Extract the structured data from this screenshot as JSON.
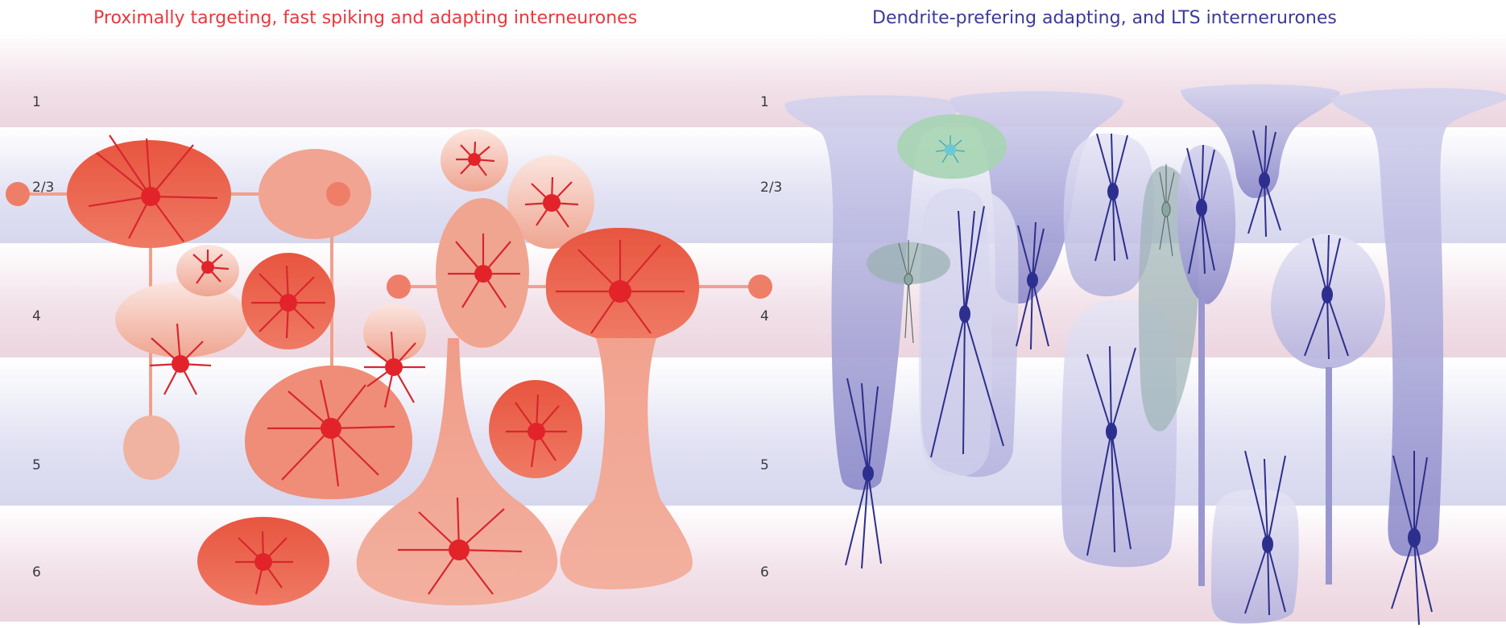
{
  "titles": {
    "left": "Proximally targeting, fast spiking and adapting interneurones",
    "right": "Dendrite-prefering adapting, and LTS internerurones"
  },
  "layers": [
    "1",
    "2/3",
    "4",
    "5",
    "6"
  ],
  "colors": {
    "left_title": "#e8383d",
    "right_title": "#3c3a96",
    "red_strong": "#e9604d",
    "red_soft": "#f0a491",
    "red_line": "#d8262d",
    "red_soma": "#e2232a",
    "purple": "#8f8ccc",
    "purple_light": "#c2c0e4",
    "purple_line": "#2e2f8c",
    "purple_soma": "#2c2f8e",
    "green": "#9fd1b0",
    "teal_soma": "#6ec8d0",
    "grey_cell": "#8aa6a0",
    "band_pink": "#f1dfe8",
    "band_lilac": "#ddddf1"
  }
}
